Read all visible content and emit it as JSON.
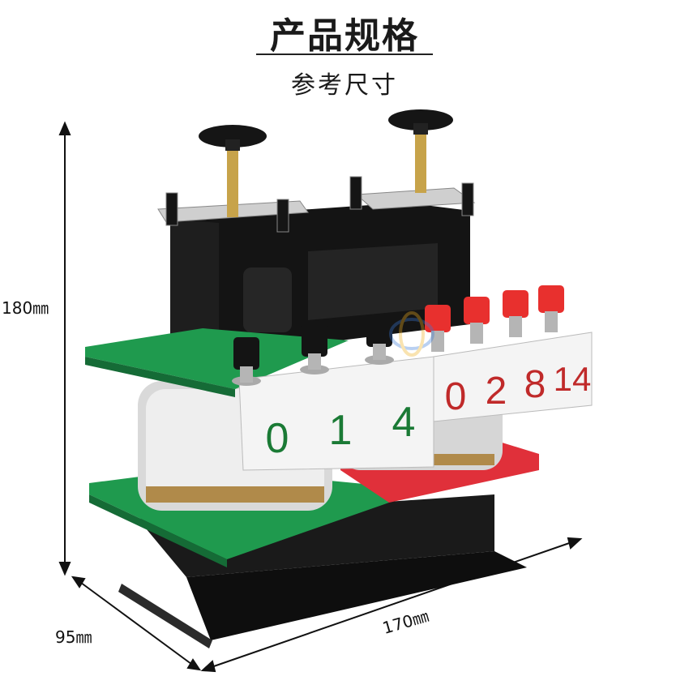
{
  "header": {
    "title": "产品规格",
    "subtitle": "参考尺寸"
  },
  "dimensions": {
    "height": "180㎜",
    "depth": "95㎜",
    "width": "170㎜"
  },
  "terminal_labels": {
    "green_side": [
      "0",
      "1",
      "4"
    ],
    "red_side": [
      "0",
      "2",
      "8",
      "14"
    ]
  },
  "colors": {
    "green_board": "#1f9a4e",
    "red_board": "#e0303a",
    "core": "#141414",
    "green_text": "#1a7a35",
    "red_text": "#c02a2a"
  }
}
